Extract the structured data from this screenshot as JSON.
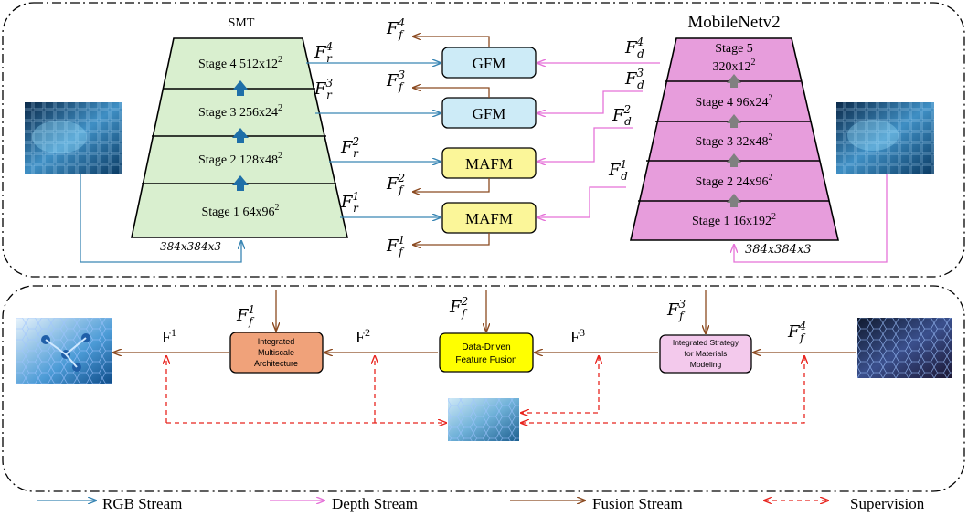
{
  "encoder_rgb": {
    "title": "SMT",
    "stages": [
      {
        "name": "Stage 4",
        "size": "512x12",
        "exp": "2"
      },
      {
        "name": "Stage 3",
        "size": "256x24",
        "exp": "2"
      },
      {
        "name": "Stage 2",
        "size": "128x48",
        "exp": "2"
      },
      {
        "name": "Stage 1",
        "size": "64x96",
        "exp": "2"
      }
    ],
    "input_size": "384x384x3"
  },
  "encoder_depth": {
    "title": "MobileNetv2",
    "stages": [
      {
        "line1": "Stage 5",
        "line2": "320x12",
        "exp": "2"
      },
      {
        "name": "Stage 4",
        "size": "96x24",
        "exp": "2"
      },
      {
        "name": "Stage 3",
        "size": "32x48",
        "exp": "2"
      },
      {
        "name": "Stage 2",
        "size": "24x96",
        "exp": "2"
      },
      {
        "name": "Stage 1",
        "size": "16x192",
        "exp": "2"
      }
    ],
    "input_size": "384x384x3"
  },
  "fusion_modules": [
    "GFM",
    "GFM",
    "MAFM",
    "MAFM"
  ],
  "features": {
    "base_f": "F",
    "sub_r": "r",
    "sub_d": "d",
    "sub_f": "f",
    "levels": [
      "4",
      "3",
      "2",
      "1"
    ]
  },
  "decoder": {
    "modules": [
      {
        "lines": [
          "Integrated",
          "Multiscale",
          "Architecture"
        ],
        "color": "#f0a27a"
      },
      {
        "lines": [
          "Data-Driven",
          "Feature Fusion"
        ],
        "color": "#ffff00"
      },
      {
        "lines": [
          "Integrated Strategy",
          "for Materials",
          "Modeling"
        ],
        "color": "#f3c9ec"
      }
    ],
    "outputs": [
      {
        "base": "F",
        "sup": "1"
      },
      {
        "base": "F",
        "sup": "2"
      },
      {
        "base": "F",
        "sup": "3"
      }
    ]
  },
  "legend": [
    {
      "label": "RGB Stream",
      "color": "#3a86b4",
      "style": "solid"
    },
    {
      "label": "Depth Stream",
      "color": "#e572d8",
      "style": "solid"
    },
    {
      "label": "Fusion Stream",
      "color": "#8b4a20",
      "style": "solid"
    },
    {
      "label": "Supervision",
      "color": "#e8251f",
      "style": "dashed"
    }
  ],
  "colors": {
    "rgb_stream": "#3a86b4",
    "depth_stream": "#e572d8",
    "fusion_stream": "#8b4a20",
    "supervision": "#e8251f",
    "smt_fill": "#d9efcf",
    "mobilenet_fill": "#e79ddc",
    "gfm_fill": "#cdebf7",
    "mafm_fill": "#fbf699",
    "up_arrow_rgb": "#1f6fa8",
    "up_arrow_depth": "#808080"
  }
}
